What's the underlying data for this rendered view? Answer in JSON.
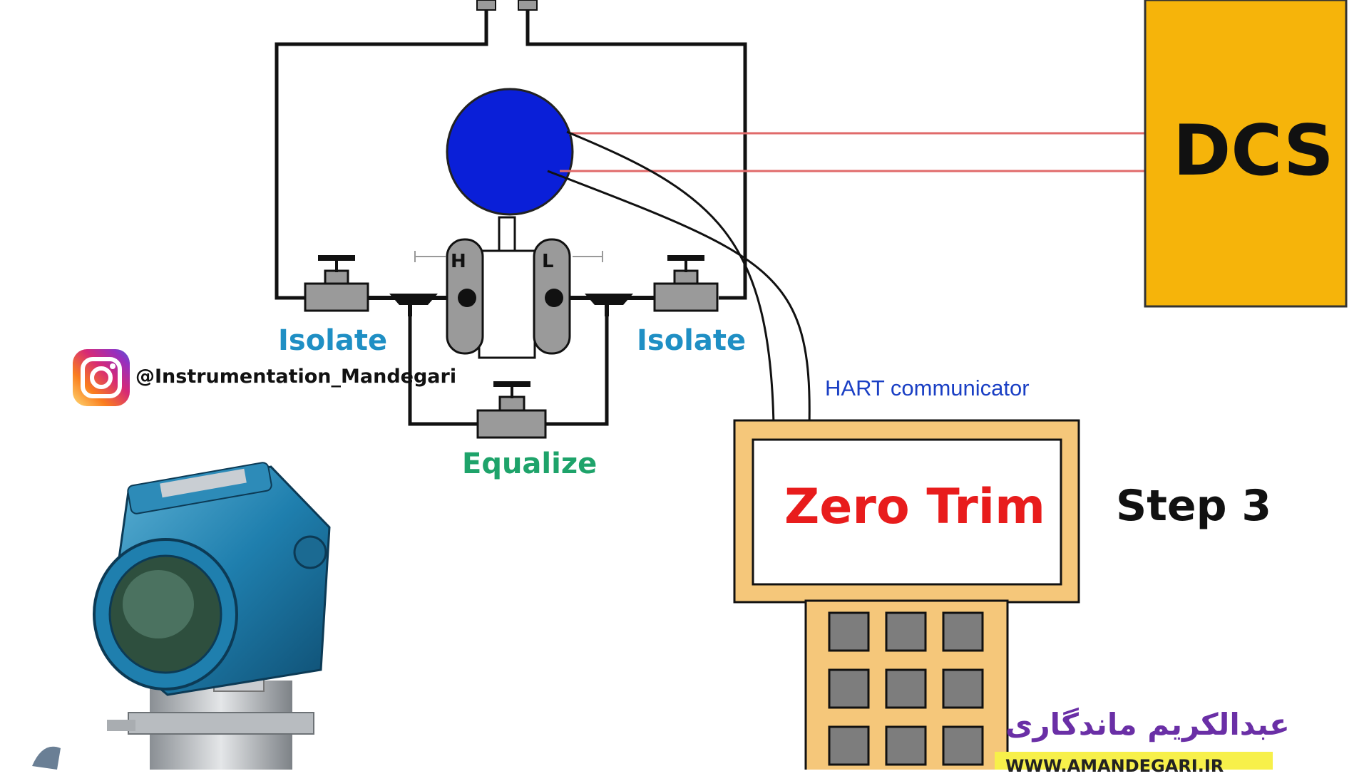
{
  "labels": {
    "dcs": "DCS",
    "isolate_left": "Isolate",
    "isolate_right": "Isolate",
    "equalize": "Equalize",
    "hart_communicator": "HART communicator",
    "screen_text": "Zero Trim",
    "step": "Step 3",
    "instagram_handle": "@Instrumentation_Mandegari",
    "port_high": "H",
    "port_low": "L",
    "author": "عبدالکریم ماندگاری",
    "website": "WWW.AMANDEGARI.IR"
  },
  "colors": {
    "transmitter_head": "#0a1fd8",
    "dcs_box": "#f6b40a",
    "signal_wires": "#e06a6a",
    "hart_device": "#f5c77a",
    "valve_body": "#9a9a9a",
    "isolate_text": "#1f8fc4",
    "equalize_text": "#1ea36a",
    "zero_trim_text": "#e81c1c",
    "hart_text": "#1a3fc4",
    "author_text": "#6a2fa6",
    "website_band": "#f7f04a"
  },
  "icons": {
    "instagram": "instagram-icon",
    "transmitter_photo": "pressure-transmitter-photo"
  }
}
